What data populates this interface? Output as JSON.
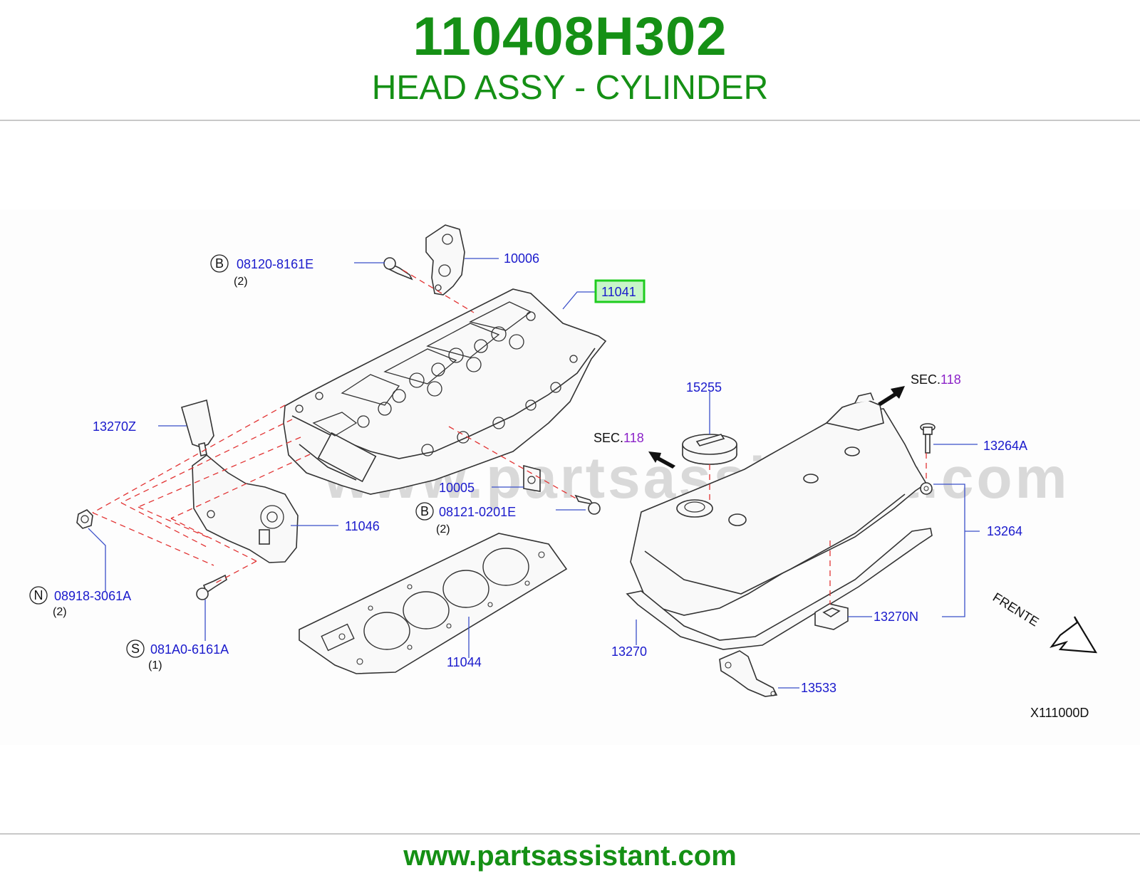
{
  "header": {
    "part_number": "110408H302",
    "title": "HEAD ASSY - CYLINDER"
  },
  "footer": {
    "url": "www.partsassistant.com"
  },
  "diagram": {
    "watermark": "www.partsassistant.com",
    "drawing_code": "X111000D",
    "direction_label": "FRENTE",
    "highlight_color": "#1fcc1f",
    "callouts": {
      "p10006": "10006",
      "p11041": "11041",
      "p13270z": "13270Z",
      "p10005": "10005",
      "p11046": "11046",
      "p11044": "11044",
      "p15255": "15255",
      "p13264a": "13264A",
      "p13264": "13264",
      "p13270n": "13270N",
      "p13270": "13270",
      "p13533": "13533"
    },
    "fasteners": {
      "f1": {
        "prefix": "B",
        "number": "08120-8161E",
        "qty": "(2)"
      },
      "f2": {
        "prefix": "B",
        "number": "08121-0201E",
        "qty": "(2)"
      },
      "f3": {
        "prefix": "N",
        "number": "08918-3061A",
        "qty": "(2)"
      },
      "f4": {
        "prefix": "S",
        "number": "081A0-6161A",
        "qty": "(1)"
      }
    },
    "section_refs": {
      "s1": {
        "prefix": "SEC.",
        "number": "118"
      },
      "s2": {
        "prefix": "SEC.",
        "number": "118"
      }
    }
  }
}
